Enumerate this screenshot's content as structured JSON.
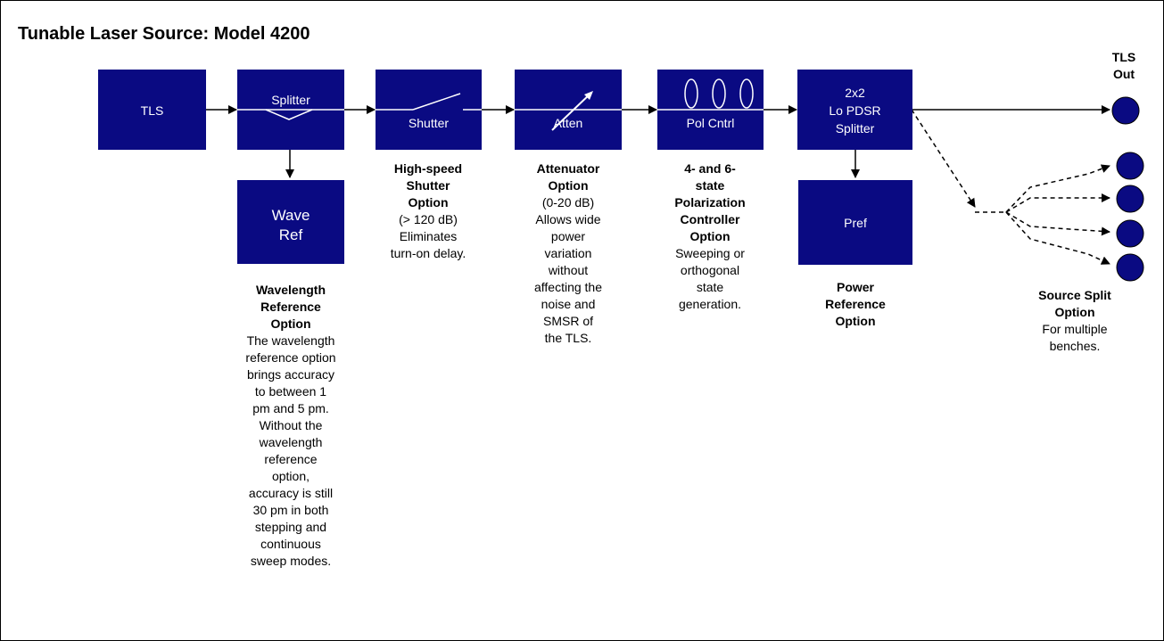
{
  "title": "Tunable Laser Source:  Model 4200",
  "blocks": {
    "tls": "TLS",
    "splitter": "Splitter",
    "shutter": "Shutter",
    "atten": "Atten",
    "pol": "Pol Cntrl",
    "lo_pdsr": [
      "2x2",
      "Lo PDSR",
      "Splitter"
    ],
    "wave_ref": [
      "Wave",
      "Ref"
    ],
    "pref": "Pref"
  },
  "tls_out": [
    "TLS",
    "Out"
  ],
  "descriptions": {
    "wave_ref": {
      "heading": [
        "Wavelength",
        "Reference",
        "Option"
      ],
      "body": [
        "The wavelength",
        "reference option",
        "brings accuracy",
        "to between 1",
        "pm and 5 pm.",
        "Without the",
        "wavelength",
        "reference",
        "option,",
        "accuracy is still",
        "30 pm in both",
        "stepping and",
        "continuous",
        "sweep modes."
      ]
    },
    "shutter": {
      "heading": [
        "High-speed",
        "Shutter",
        "Option"
      ],
      "body": [
        "(> 120 dB)",
        "Eliminates",
        "turn-on delay."
      ]
    },
    "atten": {
      "heading": [
        "Attenuator",
        "Option"
      ],
      "body": [
        "(0-20 dB)",
        "Allows wide",
        "power",
        "variation",
        "without",
        "affecting the",
        "noise and",
        "SMSR of",
        "the TLS."
      ]
    },
    "pol": {
      "heading": [
        "4- and 6-",
        "state",
        "Polarization",
        "Controller",
        "Option"
      ],
      "body": [
        "Sweeping or",
        "orthogonal",
        "state",
        "generation."
      ]
    },
    "power_ref": {
      "heading": [
        "Power",
        "Reference",
        "Option"
      ],
      "body": []
    },
    "source_split": {
      "heading": [
        "Source Split",
        "Option"
      ],
      "body": [
        "For multiple",
        "benches."
      ]
    }
  },
  "colors": {
    "block": "#0a0a82",
    "text_on_block": "#ffffff",
    "line": "#000000"
  }
}
